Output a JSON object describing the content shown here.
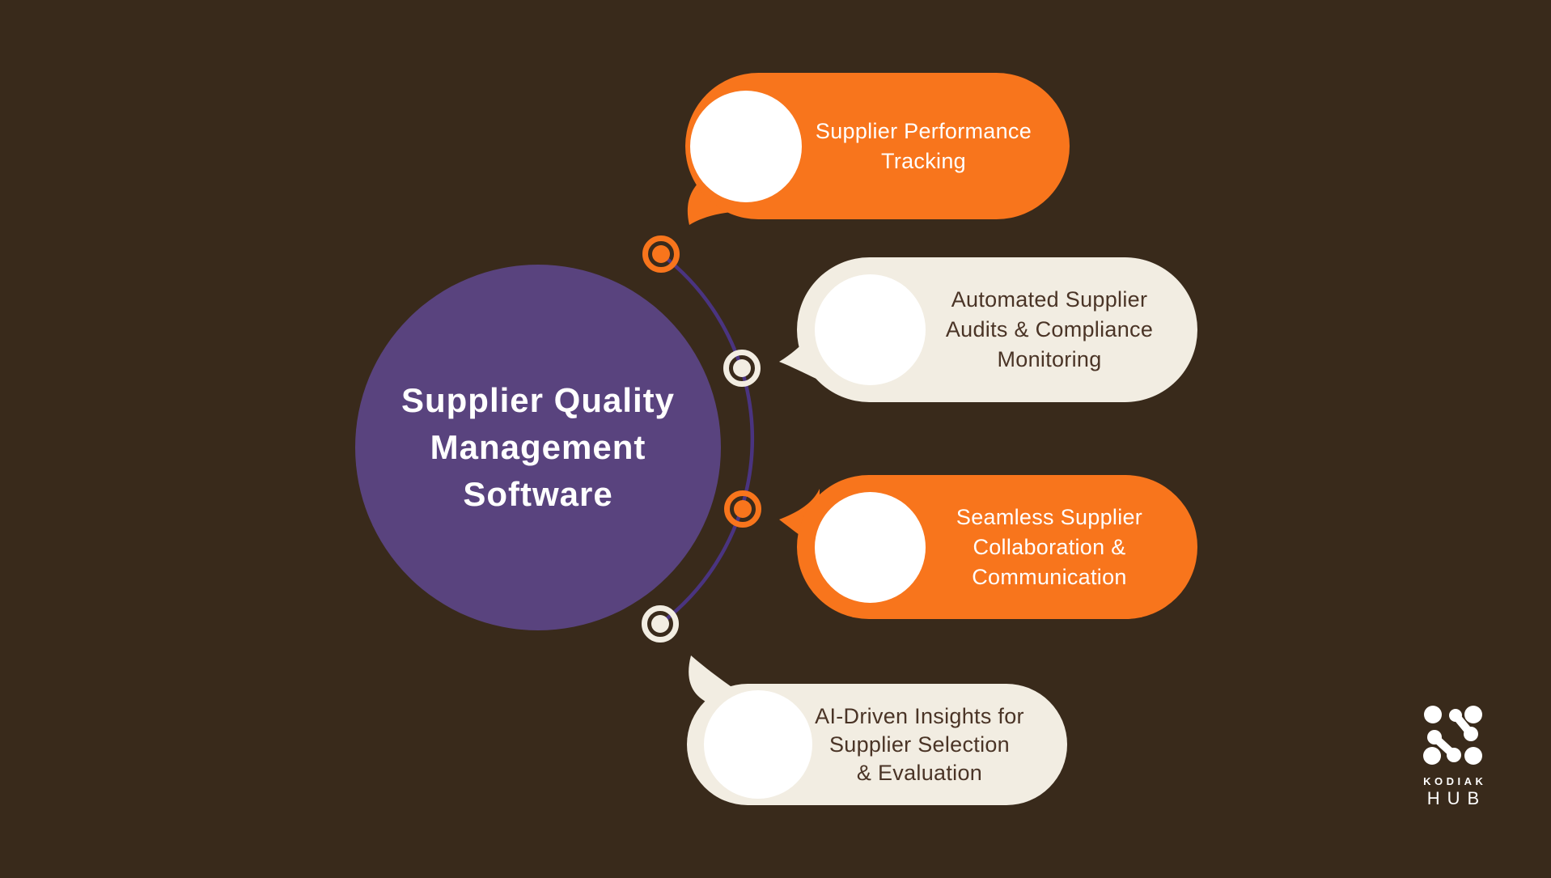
{
  "canvas": {
    "background": "#392A1B"
  },
  "center_circle": {
    "lines": [
      "Supplier Quality",
      "Management",
      "Software"
    ],
    "fill": "#59437E",
    "text_color": "#FFFFFF"
  },
  "connector": {
    "arc_color": "#4A3480",
    "dots": [
      {
        "color": "#F8751C"
      },
      {
        "color": "#F2EDE2"
      },
      {
        "color": "#F8751C"
      },
      {
        "color": "#F2EDE2"
      }
    ]
  },
  "callouts": [
    {
      "lines": [
        "Supplier Performance",
        "Tracking"
      ],
      "fill": "#F8751C",
      "text_color": "#FFFFFF",
      "icon_circle": "#FFFFFF"
    },
    {
      "lines": [
        "Automated Supplier",
        "Audits & Compliance",
        "Monitoring"
      ],
      "fill": "#F2EDE2",
      "text_color": "#4A3426",
      "icon_circle": "#FFFFFF"
    },
    {
      "lines": [
        "Seamless Supplier",
        "Collaboration &",
        "Communication"
      ],
      "fill": "#F8751C",
      "text_color": "#FFFFFF",
      "icon_circle": "#FFFFFF"
    },
    {
      "lines": [
        "AI-Driven Insights for",
        "Supplier Selection",
        "& Evaluation"
      ],
      "fill": "#F2EDE2",
      "text_color": "#4A3426",
      "icon_circle": "#FFFFFF"
    }
  ],
  "logo": {
    "word_top": "KODIAK",
    "word_bottom": "HUB",
    "color": "#FFFFFF"
  }
}
